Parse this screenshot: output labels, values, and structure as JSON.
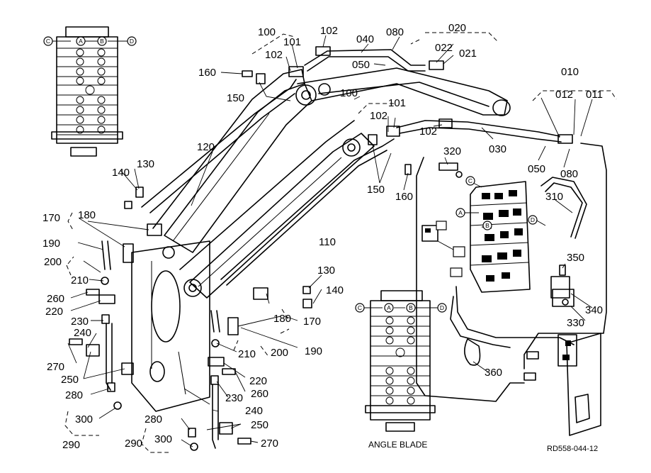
{
  "callouts": {
    "c010": "010",
    "c011": "011",
    "c012": "012",
    "c020": "020",
    "c021": "021",
    "c022": "022",
    "c030": "030",
    "c040": "040",
    "c050": "050",
    "c080": "080",
    "c100": "100",
    "c101": "101",
    "c102": "102",
    "c110": "110",
    "c120": "120",
    "c130": "130",
    "c140": "140",
    "c150": "150",
    "c160": "160",
    "c170": "170",
    "c180": "180",
    "c190": "190",
    "c200": "200",
    "c210": "210",
    "c220": "220",
    "c230": "230",
    "c240": "240",
    "c250": "250",
    "c260": "260",
    "c270": "270",
    "c280": "280",
    "c290": "290",
    "c300": "300",
    "c310": "310",
    "c320": "320",
    "c330": "330",
    "c340": "340",
    "c350": "350",
    "c360": "360"
  },
  "port_labels": {
    "a": "A",
    "b": "B",
    "c": "C",
    "d": "D"
  },
  "angle_blade_caption": "ANGLE BLADE",
  "drawing_ref": "RD558-044-12"
}
